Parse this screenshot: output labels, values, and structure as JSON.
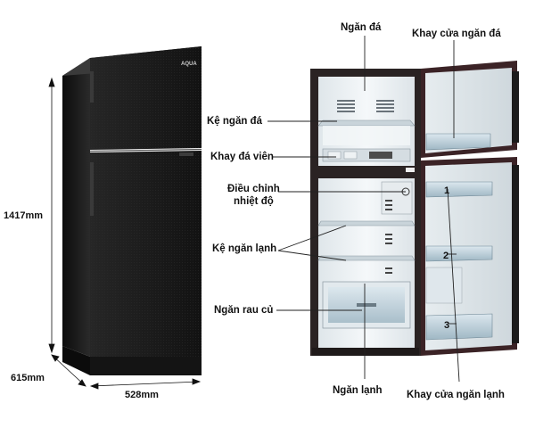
{
  "dimensions": {
    "height": "1417mm",
    "depth": "615mm",
    "width": "528mm"
  },
  "brand": "AQUA",
  "labels": {
    "freezer": "Ngăn đá",
    "freezer_door_tray": "Khay cửa ngăn đá",
    "freezer_shelf": "Kệ ngăn đá",
    "ice_tray": "Khay đá viên",
    "temp_control_line1": "Điều chỉnh",
    "temp_control_line2": "nhiệt độ",
    "fridge_shelves": "Kệ ngăn lạnh",
    "crisper": "Ngăn rau củ",
    "fridge": "Ngăn lạnh",
    "fridge_door_tray": "Khay cửa ngăn lạnh"
  },
  "door_tray_numbers": [
    "1",
    "2",
    "3"
  ],
  "colors": {
    "fridge_body": "#1c1c1c",
    "interior": "#eef2f5",
    "door_frame": "#4a2a2a",
    "tray_blue": "#b9cdd8",
    "leader_line": "#222222"
  }
}
